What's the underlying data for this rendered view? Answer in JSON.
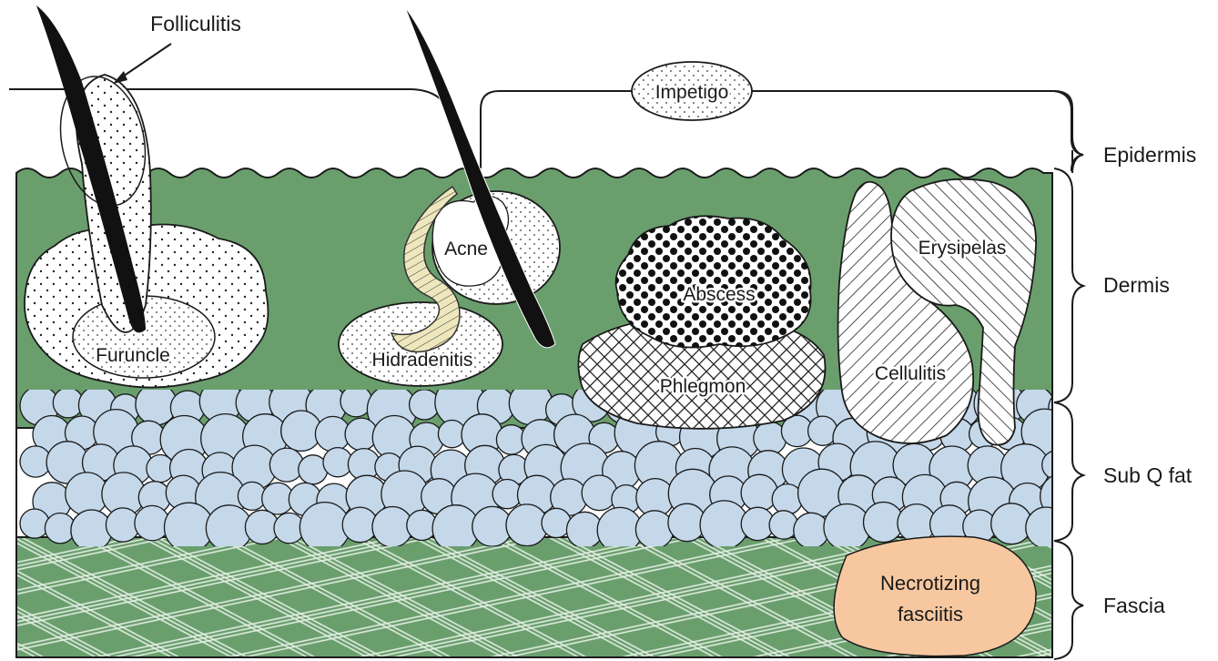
{
  "layers": {
    "epidermis": "Epidermis",
    "dermis": "Dermis",
    "subq_fat": "Sub Q fat",
    "fascia": "Fascia"
  },
  "infections": {
    "folliculitis": "Folliculitis",
    "impetigo": "Impetigo",
    "acne": "Acne",
    "furuncle": "Furuncle",
    "hidradenitis": "Hidradenitis",
    "abscess": "Abscess",
    "phlegmon": "Phlegmon",
    "erysipelas": "Erysipelas",
    "cellulitis": "Cellulitis",
    "necrotizing_line1": "Necrotizing",
    "necrotizing_line2": "fasciitis"
  },
  "colors": {
    "dermis_green": "#6a9f6d",
    "fat_blue": "#c4d8ea",
    "fascia_green": "#6a9f6d",
    "fascia_fibers": "#e6efe6",
    "necrotizing_peach": "#f7c8a0",
    "hair": "#111111",
    "gland_yellow": "#eee7bd"
  }
}
